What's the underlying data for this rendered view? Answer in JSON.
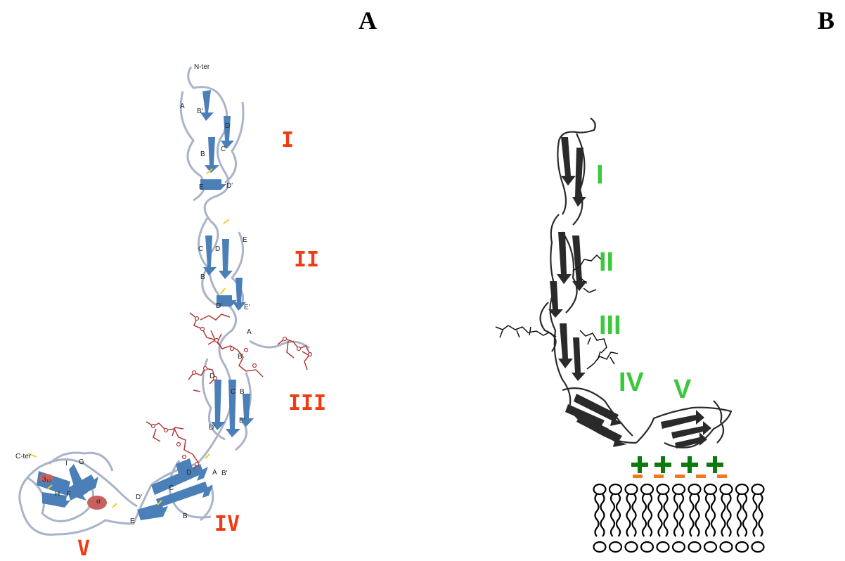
{
  "panels": {
    "a": {
      "label": "A"
    },
    "b": {
      "label": "B"
    }
  },
  "panel_a": {
    "domain_labels": [
      "I",
      "II",
      "III",
      "IV",
      "V"
    ],
    "terminus": {
      "n": "N-ter",
      "c": "C-ter"
    },
    "strand_labels": [
      "A",
      "B'",
      "D",
      "C",
      "B",
      "D'",
      "E",
      "C",
      "D",
      "E",
      "B",
      "D'",
      "E'",
      "A",
      "B'",
      "D",
      "C",
      "B",
      "D'",
      "E'",
      "D",
      "A",
      "B'",
      "C",
      "D'",
      "E",
      "B",
      "I",
      "G",
      "F",
      "H",
      "3₁₀",
      "α"
    ],
    "colors": {
      "strand": "#4a7fb8",
      "coil": "#aab4c8",
      "glycan": "#b03a3a",
      "helix": "#c86060",
      "disulfide": "#e8d030"
    }
  },
  "panel_b": {
    "domain_labels": [
      "I",
      "II",
      "III",
      "IV",
      "V"
    ],
    "charges": {
      "plus": "+",
      "minus": "-"
    },
    "colors": {
      "ribbon": "#2a2a2a",
      "plus": "#0a7a0a",
      "minus": "#f07820"
    }
  }
}
